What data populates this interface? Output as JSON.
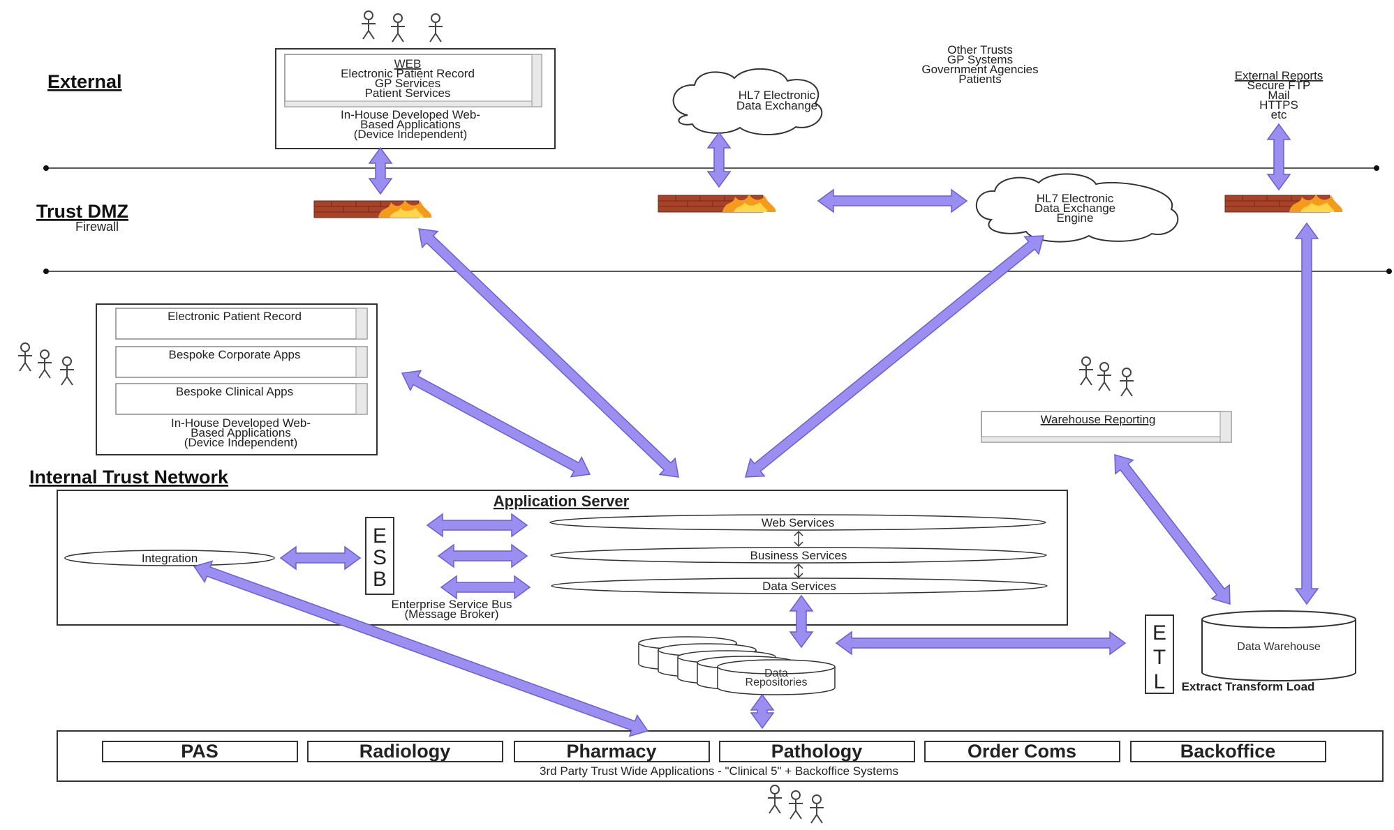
{
  "zones": {
    "external": "External",
    "dmz_title": "Trust DMZ",
    "dmz_sub": "Firewall",
    "internal": "Internal Trust Network"
  },
  "external_web_app": {
    "header": "WEB",
    "lines": [
      "Electronic Patient Record",
      "GP Services",
      "Patient Services"
    ],
    "caption": [
      "In-House Developed Web-",
      "Based Applications",
      "(Device Independent)"
    ]
  },
  "external_parties": [
    "Other Trusts",
    "GP Systems",
    "Government Agencies",
    "Patients"
  ],
  "hl7_exchange": [
    "HL7 Electronic",
    "Data Exchange"
  ],
  "hl7_engine": [
    "HL7 Electronic",
    "Data Exchange",
    "Engine"
  ],
  "external_reports": {
    "header": "External Reports",
    "lines": [
      "Secure FTP",
      "Mail",
      "HTTPS",
      "etc"
    ]
  },
  "internal_apps": {
    "items": [
      "Electronic Patient Record",
      "Bespoke Corporate Apps",
      "Bespoke Clinical Apps"
    ],
    "caption": [
      "In-House Developed Web-",
      "Based Applications",
      "(Device Independent)"
    ]
  },
  "warehouse_reporting": "Warehouse Reporting",
  "app_server": {
    "title": "Application Server",
    "integration": "Integration",
    "esb_letters": [
      "E",
      "S",
      "B"
    ],
    "esb_caption": [
      "Enterprise Service Bus",
      "(Message Broker)"
    ],
    "services": [
      "Web Services",
      "Business Services",
      "Data Services"
    ]
  },
  "repositories": [
    "Data",
    "Repositories"
  ],
  "etl": {
    "letters": [
      "E",
      "T",
      "L"
    ],
    "warehouse": "Data Warehouse",
    "caption": "Extract Transform Load"
  },
  "third_party": {
    "apps": [
      "PAS",
      "Radiology",
      "Pharmacy",
      "Pathology",
      "Order Coms",
      "Backoffice"
    ],
    "caption": "3rd Party Trust Wide Applications - \"Clinical 5\" + Backoffice Systems"
  },
  "colors": {
    "arrow": "#9a8ef0",
    "arrow_edge": "#6b5ed4",
    "brick": "#a8432a",
    "flame": "#f59a1a"
  }
}
